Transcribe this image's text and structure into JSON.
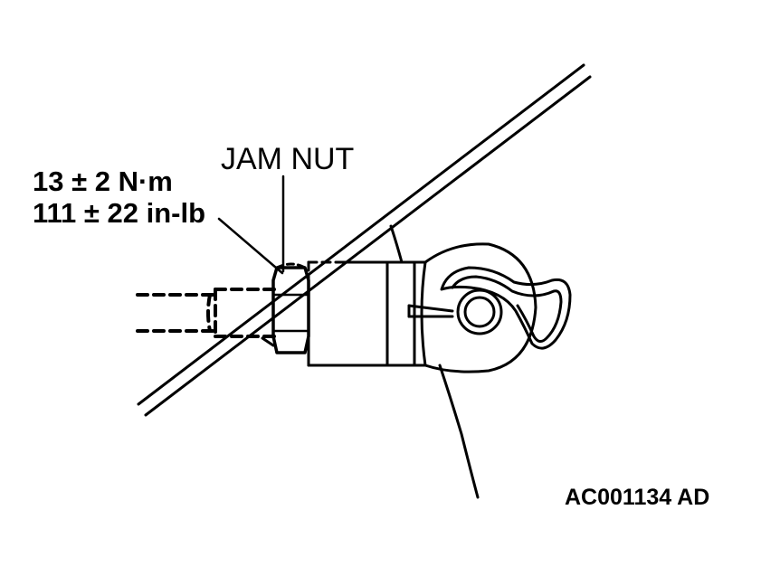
{
  "labels": {
    "jam_nut": "JAM NUT",
    "torque_nm": "13 ± 2 N·m",
    "torque_inlb": "111 ± 22 in-lb",
    "figure_code": "AC001134 AD"
  },
  "colors": {
    "line": "#000000",
    "background": "#ffffff"
  }
}
